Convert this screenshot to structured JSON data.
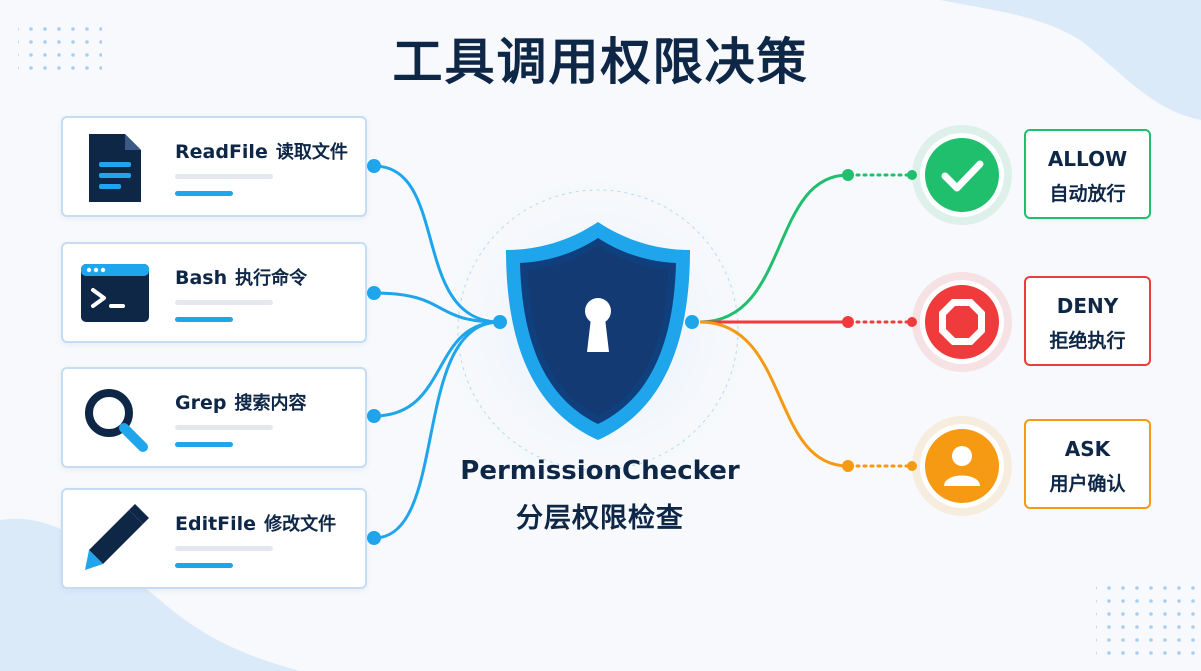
{
  "title": "工具调用权限决策",
  "tools": [
    {
      "name": "ReadFile",
      "desc": "读取文件",
      "icon": "file-document-icon"
    },
    {
      "name": "Bash",
      "desc": "执行命令",
      "icon": "terminal-icon"
    },
    {
      "name": "Grep",
      "desc": "搜索内容",
      "icon": "magnifier-icon"
    },
    {
      "name": "EditFile",
      "desc": "修改文件",
      "icon": "pencil-icon"
    }
  ],
  "checker": {
    "name": "PermissionChecker",
    "desc": "分层权限检查",
    "icon": "shield-keyhole-icon"
  },
  "decisions": [
    {
      "name": "ALLOW",
      "desc": "自动放行",
      "color": "#1fbf6e",
      "icon": "checkmark-icon"
    },
    {
      "name": "DENY",
      "desc": "拒绝执行",
      "color": "#ef3b3b",
      "icon": "stop-octagon-icon"
    },
    {
      "name": "ASK",
      "desc": "用户确认",
      "color": "#f59a12",
      "icon": "user-icon"
    }
  ],
  "colors": {
    "primary_blue": "#1ea5ec",
    "navy": "#0f2747",
    "allow": "#1fbf6e",
    "deny": "#ef3b3b",
    "ask": "#f59a12"
  }
}
